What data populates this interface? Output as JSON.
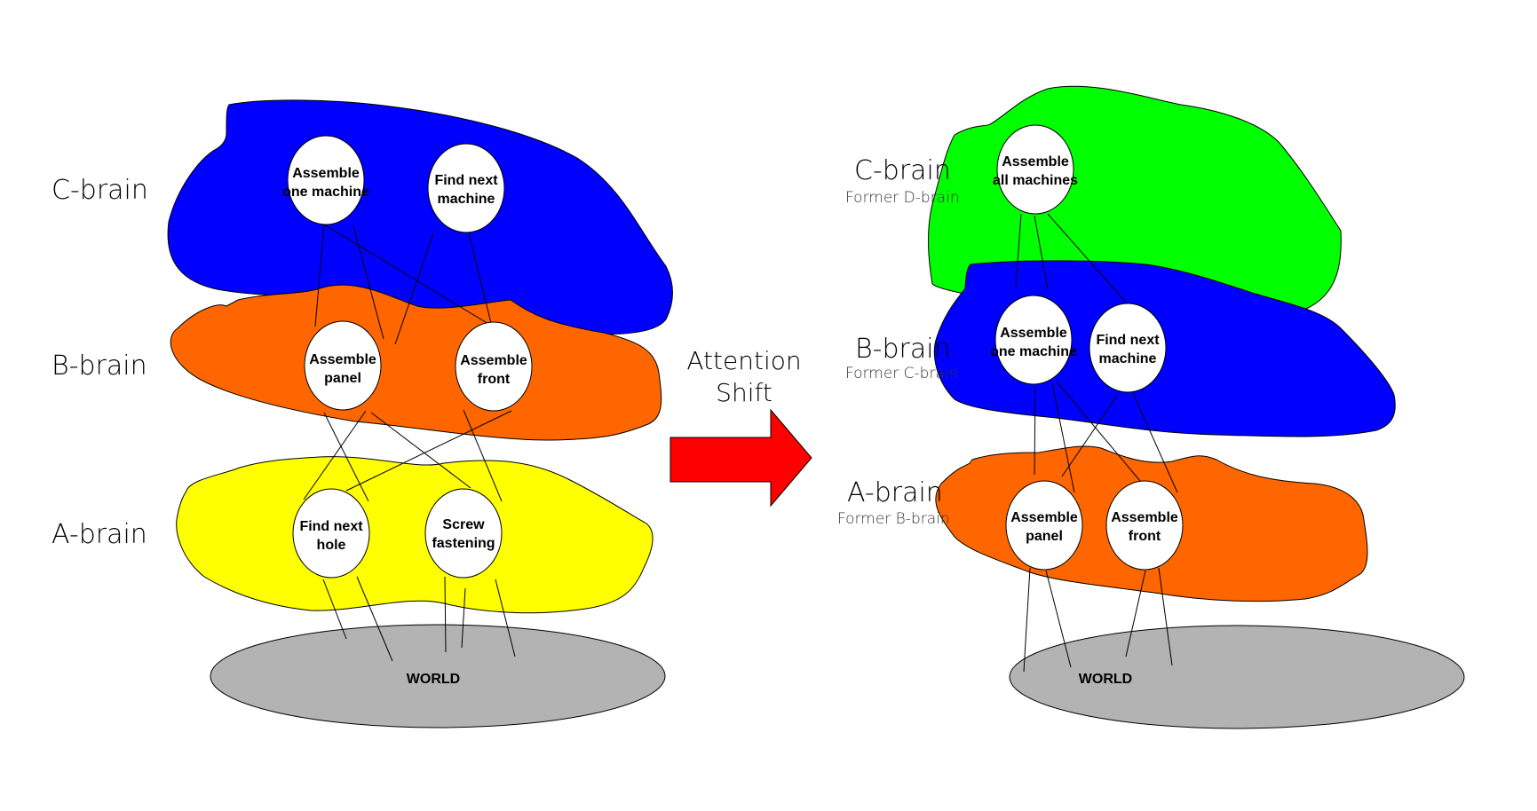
{
  "colors": {
    "green": "#00ff00",
    "blue": "#0000ff",
    "orange": "#ff6600",
    "yellow": "#ffff00",
    "world": "#b3b3b3",
    "arrow": "#ff0000"
  },
  "transition": {
    "line1": "Attention",
    "line2": "Shift",
    "icon": "right-arrow-icon"
  },
  "left": {
    "levels": [
      {
        "label": "C-brain",
        "nodes": [
          [
            "Assemble",
            "one machine"
          ],
          [
            "Find next",
            "machine"
          ]
        ]
      },
      {
        "label": "B-brain",
        "nodes": [
          [
            "Assemble",
            "panel"
          ],
          [
            "Assemble",
            "front"
          ]
        ]
      },
      {
        "label": "A-brain",
        "nodes": [
          [
            "Find next",
            "hole"
          ],
          [
            "Screw",
            "fastening"
          ]
        ]
      }
    ],
    "world": "WORLD"
  },
  "right": {
    "levels": [
      {
        "label": "C-brain",
        "former": "Former D-brain",
        "nodes": [
          [
            "Assemble",
            "all machines"
          ]
        ]
      },
      {
        "label": "B-brain",
        "former": "Former C-brain",
        "nodes": [
          [
            "Assemble",
            "one machine"
          ],
          [
            "Find next",
            "machine"
          ]
        ]
      },
      {
        "label": "A-brain",
        "former": "Former B-brain",
        "nodes": [
          [
            "Assemble",
            "panel"
          ],
          [
            "Assemble",
            "front"
          ]
        ]
      }
    ],
    "world": "WORLD"
  }
}
